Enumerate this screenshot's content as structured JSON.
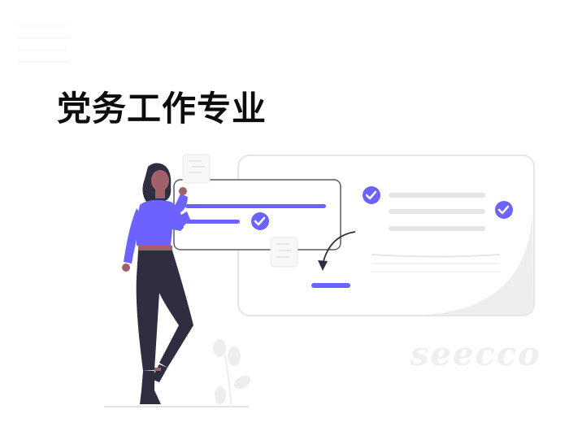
{
  "slide": {
    "title": "党务工作专业",
    "watermark": "seecco"
  },
  "illustration": {
    "accent_color": "#6c63ff",
    "dark_color": "#2f2e41",
    "skin_color": "#a0616a",
    "muted_color": "#e6e6e6",
    "description": "Woman standing next to checklist cards with check marks"
  }
}
